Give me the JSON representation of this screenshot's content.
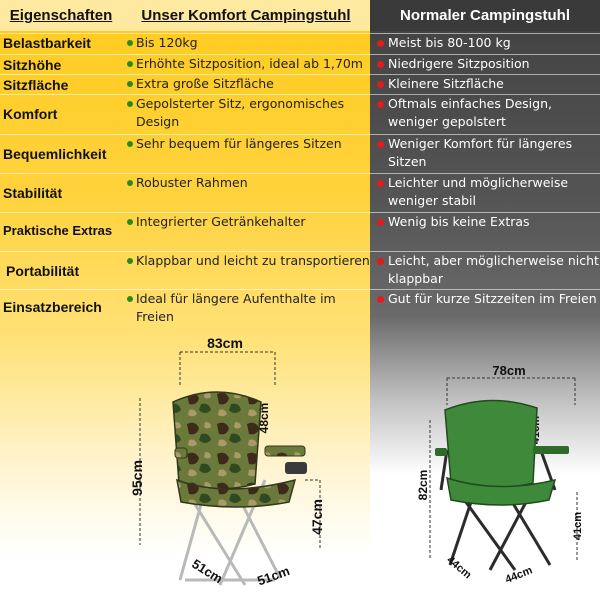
{
  "header": {
    "col1": "Eigenschaften",
    "col2": "Unser Komfort Campingstuhl",
    "col3": "Normaler Campingstuhl"
  },
  "rows": [
    {
      "label": "Belastbarkeit",
      "ours": "Bis 120kg",
      "normal": "Meist bis 80-100 kg"
    },
    {
      "label": "Sitzhöhe",
      "ours": "Erhöhte Sitzposition, ideal ab 1,70m",
      "normal": "Niedrigere Sitzposition"
    },
    {
      "label": "Sitzfläche",
      "ours": "Extra große Sitzfläche",
      "normal": "Kleinere Sitzfläche"
    },
    {
      "label": "Komfort",
      "ours": "Gepolsterter Sitz, ergonomisches Design",
      "normal": "Oftmals einfaches Design, weniger gepolstert"
    },
    {
      "label": "Bequemlichkeit",
      "ours": "Sehr bequem für längeres Sitzen",
      "normal": "Weniger Komfort für längeres Sitzen"
    },
    {
      "label": "Stabilität",
      "ours": "Robuster Rahmen",
      "normal": "Leichter und möglicherweise weniger stabil"
    },
    {
      "label": "Praktische Extras",
      "ours": "Integrierter Getränkehalter",
      "normal": "Wenig bis keine Extras"
    },
    {
      "label": "Portabilität",
      "ours": "Klappbar und leicht zu transportieren",
      "normal": "Leicht, aber möglicherweise nicht klappbar"
    },
    {
      "label": "Einsatzbereich",
      "ours": "Ideal für längere Aufenthalte im Freien",
      "normal": "Gut für kurze Sitzzeiten im Freien"
    }
  ],
  "dimensions": {
    "ours": {
      "width": "83cm",
      "back": "48cm",
      "height": "95cm",
      "seat": "47cm",
      "depth": "51cm",
      "front": "51cm"
    },
    "normal": {
      "width": "78cm",
      "back": "41cm",
      "height": "82cm",
      "seat": "41cm",
      "depth": "44cm",
      "front": "44cm"
    }
  },
  "colors": {
    "ours_accent": "#ffcc22",
    "normal_accent": "#444444",
    "good_bullet": "#2b8a1e",
    "bad_bullet": "#e21b1b",
    "camo_base": "#6b7a3a",
    "green_chair": "#3f8a3a"
  }
}
